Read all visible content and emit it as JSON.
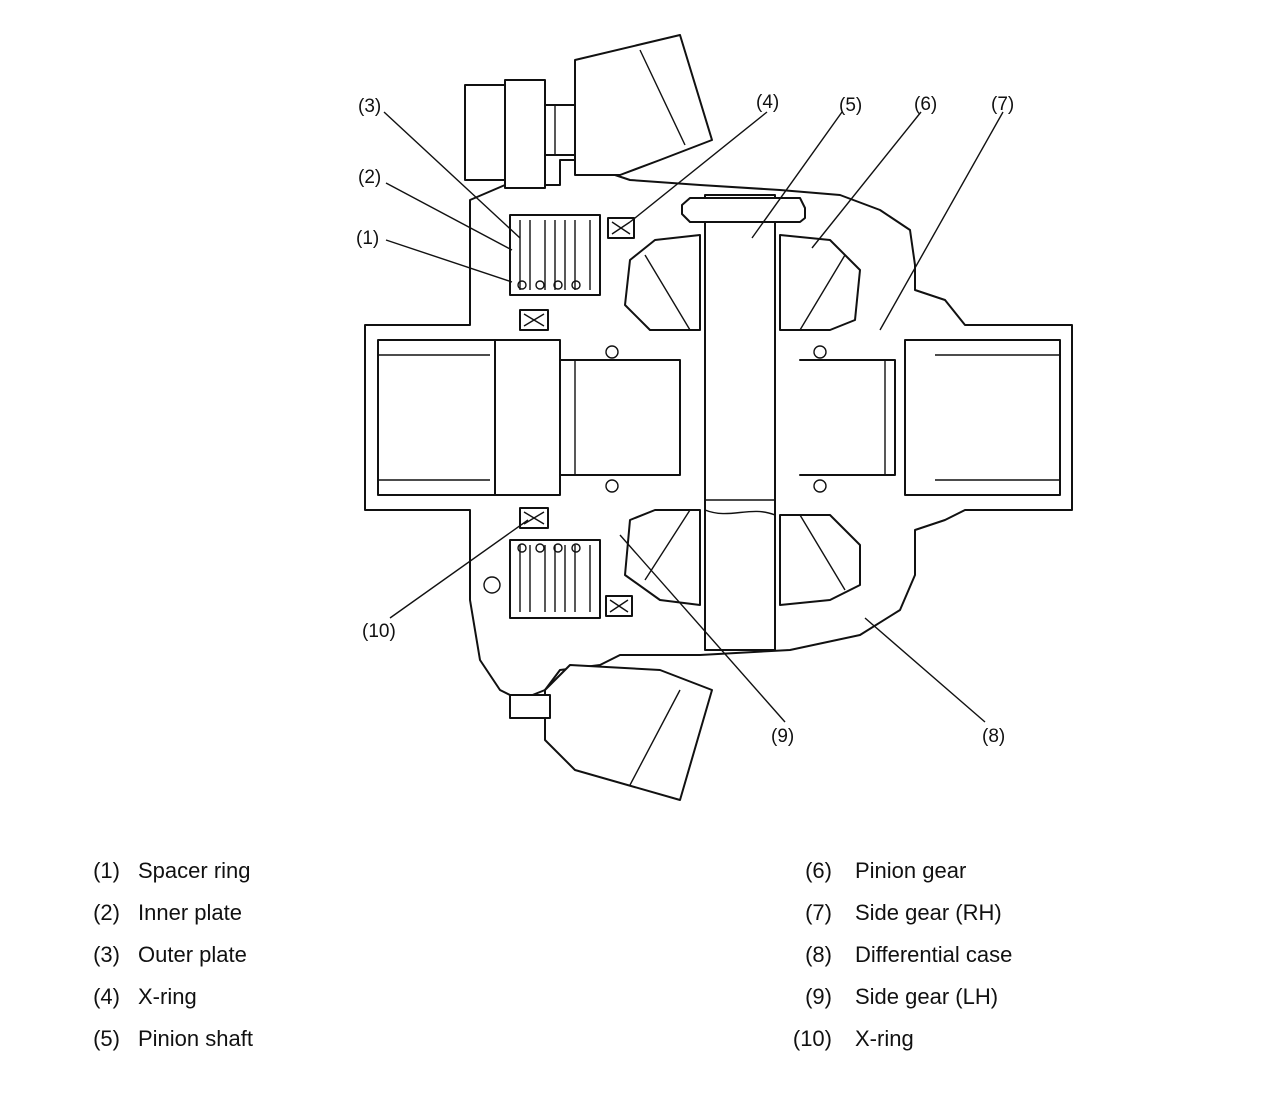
{
  "callouts": [
    "(1)",
    "(2)",
    "(3)",
    "(4)",
    "(5)",
    "(6)",
    "(7)",
    "(8)",
    "(9)",
    "(10)"
  ],
  "legend": {
    "left": [
      {
        "num": "(1)",
        "name": "Spacer ring"
      },
      {
        "num": "(2)",
        "name": "Inner plate"
      },
      {
        "num": "(3)",
        "name": "Outer plate"
      },
      {
        "num": "(4)",
        "name": "X-ring"
      },
      {
        "num": "(5)",
        "name": "Pinion shaft"
      }
    ],
    "right": [
      {
        "num": "(6)",
        "name": "Pinion gear"
      },
      {
        "num": "(7)",
        "name": "Side gear (RH)"
      },
      {
        "num": "(8)",
        "name": "Differential case"
      },
      {
        "num": "(9)",
        "name": "Side gear (LH)"
      },
      {
        "num": "(10)",
        "name": "X-ring"
      }
    ]
  }
}
